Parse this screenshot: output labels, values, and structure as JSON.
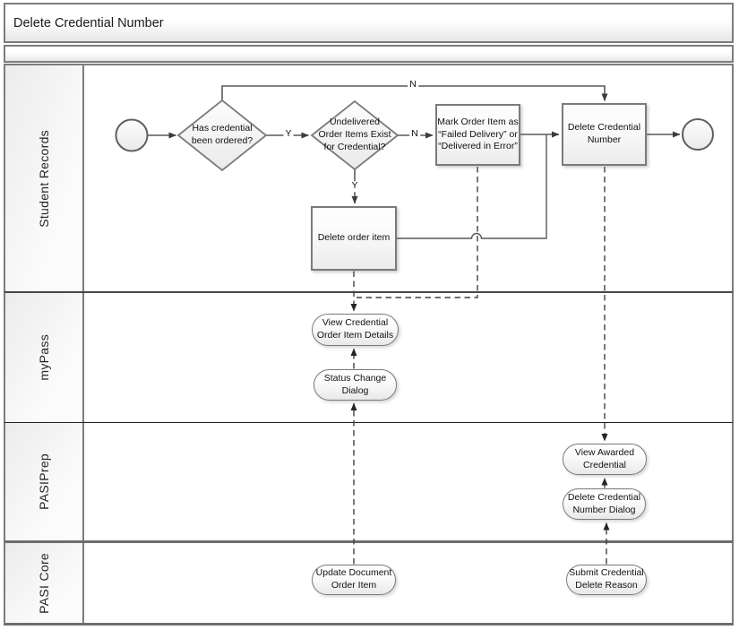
{
  "title": "Delete Credential Number",
  "lanes": [
    {
      "id": "student-records",
      "label": "Student Records"
    },
    {
      "id": "mypass",
      "label": "myPass"
    },
    {
      "id": "pasiprep",
      "label": "PASIPrep"
    },
    {
      "id": "pasi-core",
      "label": "PASI Core"
    }
  ],
  "nodes": {
    "has_credential_decision": {
      "type": "decision",
      "label": "Has credential\nbeen ordered?"
    },
    "undelivered_decision": {
      "type": "decision",
      "label": "Undelivered\nOrder Items Exist\nfor Credential?"
    },
    "mark_order_item_task": {
      "type": "task",
      "label": "Mark Order Item as\n“Failed Delivery” or\n“Delivered in Error”"
    },
    "delete_credential_number_task": {
      "type": "task",
      "label": "Delete Credential\nNumber"
    },
    "delete_order_item_task": {
      "type": "task",
      "label": "Delete order item"
    },
    "view_credential_order_item_details": {
      "type": "subprocess",
      "label": "View Credential\nOrder Item Details"
    },
    "status_change_dialog": {
      "type": "subprocess",
      "label": "Status Change\nDialog"
    },
    "view_awarded_credential": {
      "type": "subprocess",
      "label": "View Awarded\nCredential"
    },
    "delete_credential_number_dialog": {
      "type": "subprocess",
      "label": "Delete Credential\nNumber Dialog"
    },
    "update_document_order_item": {
      "type": "subprocess",
      "label": "Update Document\nOrder Item"
    },
    "submit_credential_delete_reason": {
      "type": "subprocess",
      "label": "Submit Credential\nDelete Reason"
    }
  },
  "edge_labels": {
    "ordered_yes": "Y",
    "ordered_no": "N",
    "undelivered_no": "N",
    "undelivered_yes": "Y"
  },
  "colors": {
    "sequence_flow": "#595959",
    "message_flow": "#404040",
    "shape_border": "#7a7a7a",
    "frame_border": "#7c7c7c",
    "shape_fill_top": "#fdfdfd",
    "shape_fill_bottom": "#eaeaea"
  }
}
